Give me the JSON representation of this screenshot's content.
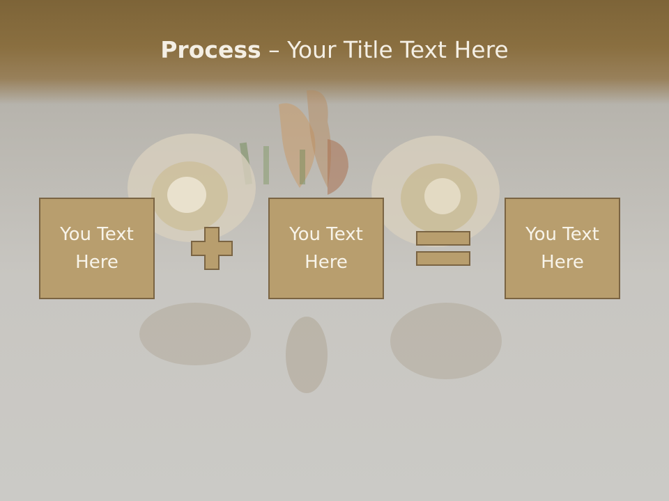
{
  "slide": {
    "title_bold": "Process",
    "title_rest": " – Your Title Text Here",
    "boxes": [
      {
        "text": "You Text Here"
      },
      {
        "text": "You Text Here"
      },
      {
        "text": "You Text Here"
      }
    ],
    "operators": [
      "plus-icon",
      "equals-icon"
    ],
    "colors": {
      "header": "#7d6438",
      "box_fill": "#b89e6e",
      "box_border": "#7a6443",
      "background": "#c8c6c1",
      "text": "#f8f4ea"
    }
  }
}
